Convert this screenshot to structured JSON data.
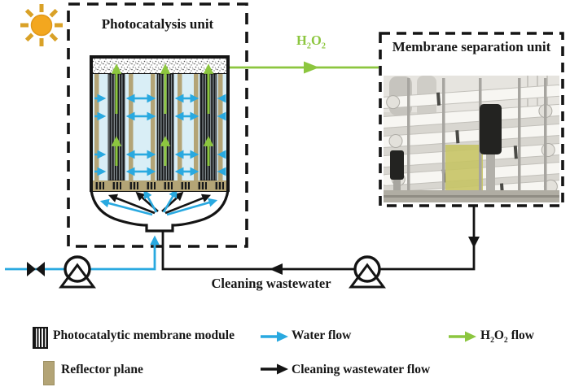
{
  "units": {
    "photocatalysis": "Photocatalysis unit",
    "membrane": "Membrane separation unit"
  },
  "labels": {
    "h2o2": {
      "H": "H",
      "s1": "2",
      "O": "O",
      "s2": "2"
    },
    "cleaning_wastewater": "Cleaning wastewater"
  },
  "legend": {
    "membrane_module": "Photocatalytic membrane module",
    "water_flow": "Water flow",
    "h2o2_flow": {
      "H": "H",
      "s1": "2",
      "O": "O",
      "s2": "2",
      "suffix": " flow"
    },
    "reflector": "Reflector plane",
    "cleaning_flow": "Cleaning wastewater flow"
  },
  "colors": {
    "water_flow": "#29a9e0",
    "h2o2_flow": "#8cc63f",
    "cleaning_flow": "#141414",
    "reflector_plane": "#b3a476",
    "tank_water": "#d9eef6",
    "sun": "#f3a71f"
  }
}
